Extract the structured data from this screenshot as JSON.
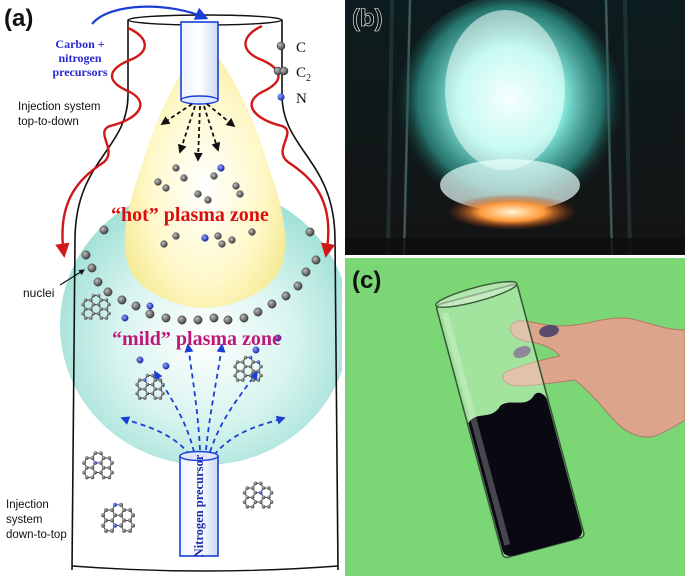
{
  "panels": {
    "a": "(a)",
    "b": "(b)",
    "c": "(c)"
  },
  "diagram": {
    "precursors_top": [
      "Carbon +",
      "nitrogen",
      "precursors"
    ],
    "injection_top": [
      "Injection system",
      "top-to-down"
    ],
    "nuclei": "nuclei",
    "hot_word": "“hot”",
    "hot_rest": " plasma zone",
    "mild_word": "“mild”",
    "mild_rest": " plasma zone",
    "injection_bottom": [
      "Injection",
      "system",
      "down-to-top"
    ],
    "nitrogen_precursor": "Nitrogen precursor",
    "legend": [
      {
        "label": "C",
        "sub": ""
      },
      {
        "label": "C",
        "sub": "2"
      },
      {
        "label": "N",
        "sub": ""
      }
    ]
  },
  "colors": {
    "red_arrows": "#d01818",
    "blue_arrows": "#1a3fd6",
    "hot_text": "#d81010",
    "mild_text": "#c0187a",
    "precursor_text": "#2a2ad0",
    "carbon_atom": "#555555",
    "nitrogen_atom": "#2030c0",
    "photo_b_glow": "#7ff2e4",
    "photo_c_background": "#73d46d"
  }
}
